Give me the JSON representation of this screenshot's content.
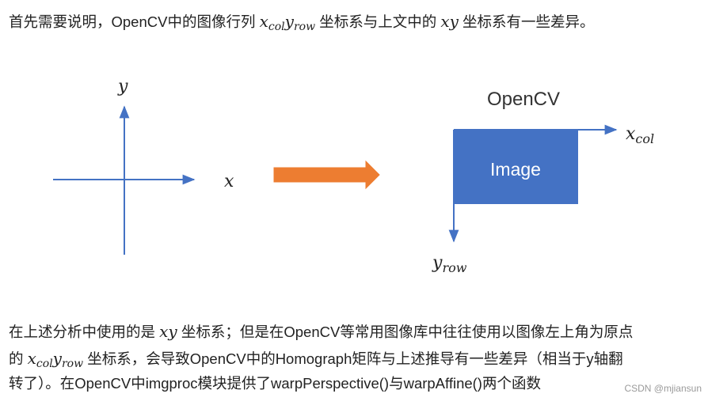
{
  "paragraph1": {
    "text_a": "首先需要说明，OpenCV中的图像行列 ",
    "text_b": " 坐标系与上文中的 ",
    "text_c": " 坐标系有一些差异。"
  },
  "paragraph2": {
    "text_a": "在上述分析中使用的是 ",
    "text_b": " 坐标系；但是在OpenCV等常用图像库中往往使用以图像左上角为原点"
  },
  "paragraph3": {
    "text_a": "的 ",
    "text_b": " 坐标系，会导致OpenCV中的Homograph矩阵与上述推导有一些差异（相当于y轴翻"
  },
  "paragraph4": {
    "text": "转了）。在OpenCV中imgproc模块提供了warpPerspective()与warpAffine()两个函数"
  },
  "math": {
    "x": "x",
    "y": "y",
    "xy": "xy",
    "col": "col",
    "row": "row"
  },
  "diagram": {
    "left_x_label": "x",
    "left_y_label": "y",
    "opencv_title": "OpenCV",
    "image_label": "Image",
    "x_col_main": "x",
    "x_col_sub": "col",
    "y_row_main": "y",
    "y_row_sub": "row"
  },
  "watermark": "CSDN @mjiansun",
  "colors": {
    "axis": "#4472c4",
    "image_box": "#4472c4",
    "arrow": "#ed7d31",
    "text": "#222222"
  }
}
